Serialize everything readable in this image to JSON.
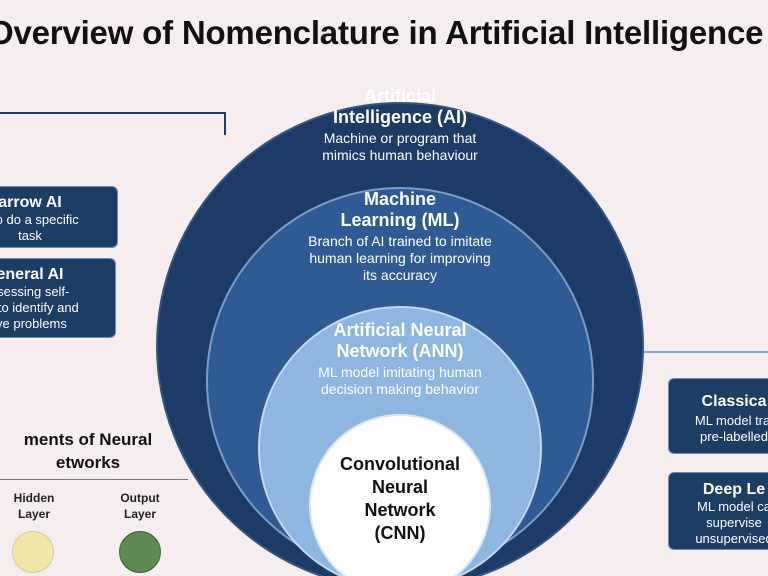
{
  "title": "Overview of Nomenclature in Artificial Intelligence",
  "circles": {
    "ai": {
      "name_line1": "Artificial",
      "name_line2": "Intelligence (AI)",
      "desc_line1": "Machine or program that",
      "desc_line2": "mimics human behaviour",
      "color": "#1c3b66"
    },
    "ml": {
      "name_line1": "Machine",
      "name_line2": "Learning (ML)",
      "desc_line1": "Branch of AI trained to imitate",
      "desc_line2": "human learning for improving",
      "desc_line3": "its accuracy",
      "color": "#2e5b93"
    },
    "ann": {
      "name_line1": "Artificial Neural",
      "name_line2": "Network (ANN)",
      "desc_line1": "ML model imitating human",
      "desc_line2": "decision making behavior",
      "color": "#8db6e0"
    },
    "cnn": {
      "name_line1": "Convolutional",
      "name_line2": "Neural",
      "name_line3": "Network",
      "name_line4": "(CNN)",
      "color": "#ffffff"
    }
  },
  "left_boxes": [
    {
      "name": "arrow AI",
      "desc_line1": "d to do a specific",
      "desc_line2": "task"
    },
    {
      "name": "eneral AI",
      "desc_line1": "ssessing self-",
      "desc_line2": "ss to identify and",
      "desc_line3": "lve problems"
    }
  ],
  "right_boxes": [
    {
      "name": "Classica",
      "desc_line1": "ML model trai",
      "desc_line2": "pre-labelled"
    },
    {
      "name": "Deep Le",
      "desc_line1": "ML model ca",
      "desc_line2": "supervise",
      "desc_line3": "unsupervised"
    }
  ],
  "elements": {
    "title_line1": "ments of Neural",
    "title_line2": "etworks",
    "hidden_label_line1": "Hidden",
    "hidden_label_line2": "Layer",
    "output_label_line1": "Output",
    "output_label_line2": "Layer",
    "hidden_color": "#f2e6a6",
    "output_color": "#5e8a52"
  }
}
